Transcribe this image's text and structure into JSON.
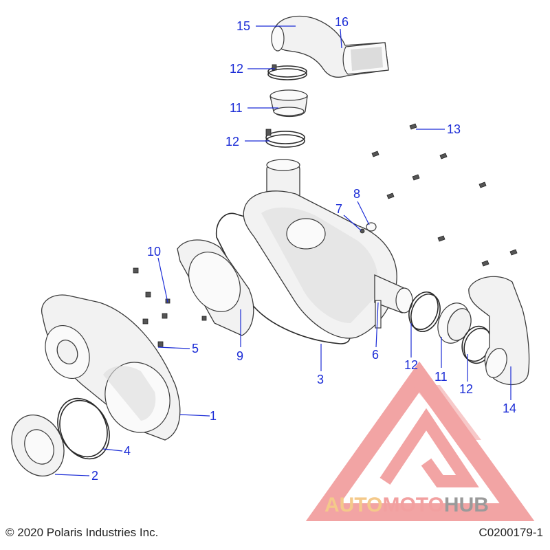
{
  "callouts": [
    {
      "id": "c1",
      "label": "1"
    },
    {
      "id": "c2",
      "label": "2"
    },
    {
      "id": "c3",
      "label": "3"
    },
    {
      "id": "c4",
      "label": "4"
    },
    {
      "id": "c5",
      "label": "5"
    },
    {
      "id": "c6",
      "label": "6"
    },
    {
      "id": "c7",
      "label": "7"
    },
    {
      "id": "c8",
      "label": "8"
    },
    {
      "id": "c9",
      "label": "9"
    },
    {
      "id": "c10",
      "label": "10"
    },
    {
      "id": "c11a",
      "label": "11"
    },
    {
      "id": "c11b",
      "label": "11"
    },
    {
      "id": "c12a",
      "label": "12"
    },
    {
      "id": "c12b",
      "label": "12"
    },
    {
      "id": "c12c",
      "label": "12"
    },
    {
      "id": "c12d",
      "label": "12"
    },
    {
      "id": "c13",
      "label": "13"
    },
    {
      "id": "c14",
      "label": "14"
    },
    {
      "id": "c15",
      "label": "15"
    },
    {
      "id": "c16",
      "label": "16"
    }
  ],
  "footer": {
    "copyright": "© 2020 Polaris Industries Inc.",
    "diagram_code": "C0200179-1"
  },
  "watermark": {
    "part1": "AUTO",
    "part2": "MOTO",
    "part3": "HUB",
    "colors": {
      "auto": "#f4c98a",
      "moto": "#f2a0a0",
      "hub": "#9a9a9a",
      "logo": "#e85a5a"
    }
  },
  "colors": {
    "callout": "#1a2bd6",
    "line": "#2a2a2a"
  }
}
